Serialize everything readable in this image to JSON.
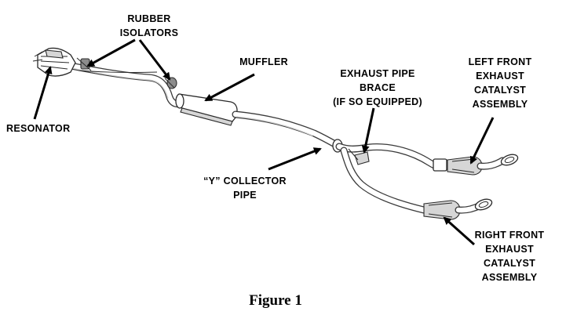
{
  "labels": {
    "rubber_isolators_line1": "RUBBER",
    "rubber_isolators_line2": "ISOLATORS",
    "muffler": "MUFFLER",
    "resonator": "RESONATOR",
    "brace_line1": "EXHAUST PIPE",
    "brace_line2": "BRACE",
    "brace_line3": "(IF SO EQUIPPED)",
    "left_cat_line1": "LEFT FRONT",
    "left_cat_line2": "EXHAUST",
    "left_cat_line3": "CATALYST",
    "left_cat_line4": "ASSEMBLY",
    "y_pipe_line1": "“Y” COLLECTOR",
    "y_pipe_line2": "PIPE",
    "right_cat_line1": "RIGHT FRONT",
    "right_cat_line2": "EXHAUST",
    "right_cat_line3": "CATALYST",
    "right_cat_line4": "ASSEMBLY"
  },
  "caption": "Figure 1"
}
